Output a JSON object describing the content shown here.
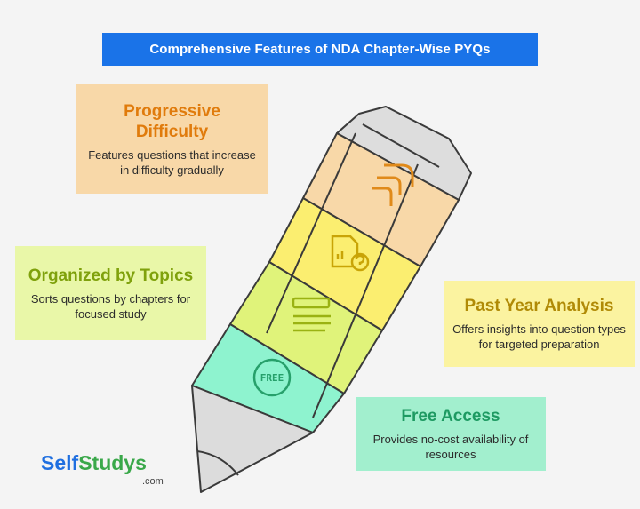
{
  "title": "Comprehensive Features of NDA Chapter-Wise PYQs",
  "cards": {
    "progressive": {
      "heading": "Progressive Difficulty",
      "desc": "Features questions that increase in difficulty gradually"
    },
    "organized": {
      "heading": "Organized by Topics",
      "desc": "Sorts questions by chapters for focused study"
    },
    "past": {
      "heading": "Past Year Analysis",
      "desc": "Offers insights into question types for targeted preparation"
    },
    "free": {
      "heading": "Free Access",
      "desc": "Provides no-cost availability of resources"
    }
  },
  "pencil": {
    "free_badge": "FREE",
    "icons": [
      "progress-arrows-icon",
      "document-question-icon",
      "text-lines-icon",
      "free-badge-icon"
    ]
  },
  "logo": {
    "self": "Self",
    "studys": "Studys",
    "domain": ".com"
  },
  "colors": {
    "banner": "#1a73e8",
    "orange": "#f8d8a8",
    "yellow": "#fbee70",
    "lime": "#e0f37a",
    "teal": "#8ef3cf",
    "pencil_gray": "#dcdcdc"
  }
}
